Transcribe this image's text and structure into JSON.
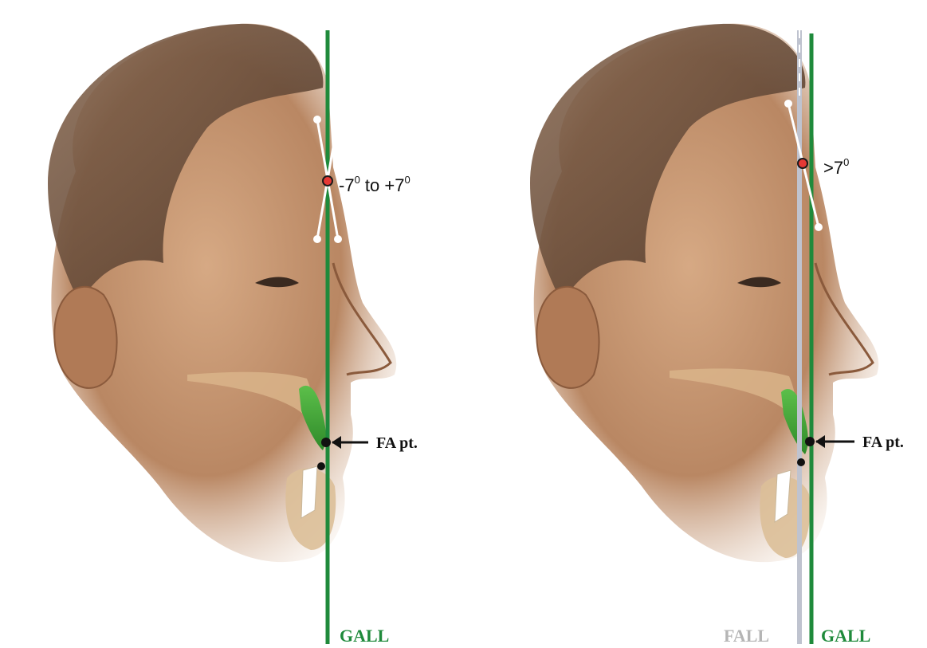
{
  "panels": [
    {
      "angle_label": "-7",
      "angle_sup": "0",
      "angle_mid": " to +7",
      "angle_sup2": "0",
      "point_label": "FA pt.",
      "line_label": "GALL"
    },
    {
      "angle_label": ">7",
      "angle_sup": "0",
      "point_label": "FA pt.",
      "line_label_fall": "FALL",
      "line_label": "GALL"
    }
  ],
  "colors": {
    "gall_line": "#1f8a3b",
    "fall_line": "#bfc3cf",
    "fall_text": "#b5b5b5",
    "tooth_green": "#4caf3f",
    "skin": "#b98763",
    "hair": "#6b4a36"
  }
}
